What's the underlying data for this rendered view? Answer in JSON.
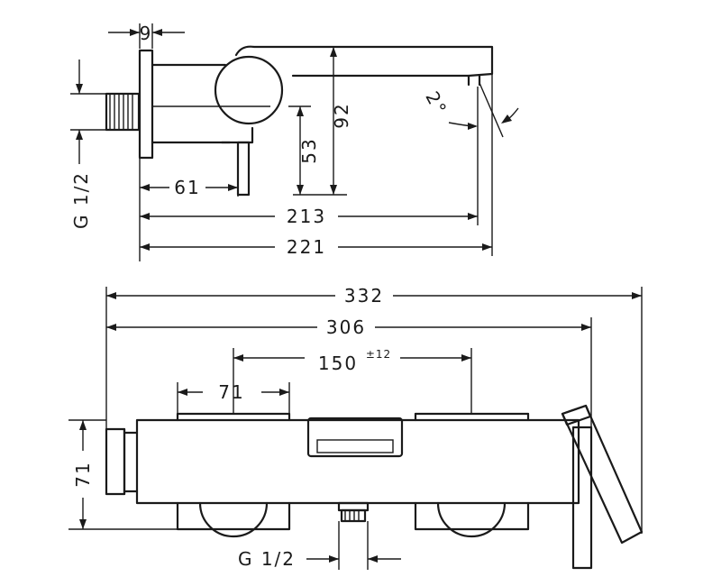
{
  "side_view": {
    "dims": {
      "wall_depth": "9",
      "inlet": "G 1/2",
      "height_low": "53",
      "height_high": "92",
      "offset": "61",
      "spout_projection": "213",
      "overall_projection": "221",
      "angle": "2°"
    }
  },
  "front_view": {
    "dims": {
      "overall_width": "332",
      "body_width": "306",
      "centres": "150",
      "centres_tol": "±12",
      "handle_width": "71",
      "height": "71",
      "outlet": "G 1/2"
    }
  }
}
